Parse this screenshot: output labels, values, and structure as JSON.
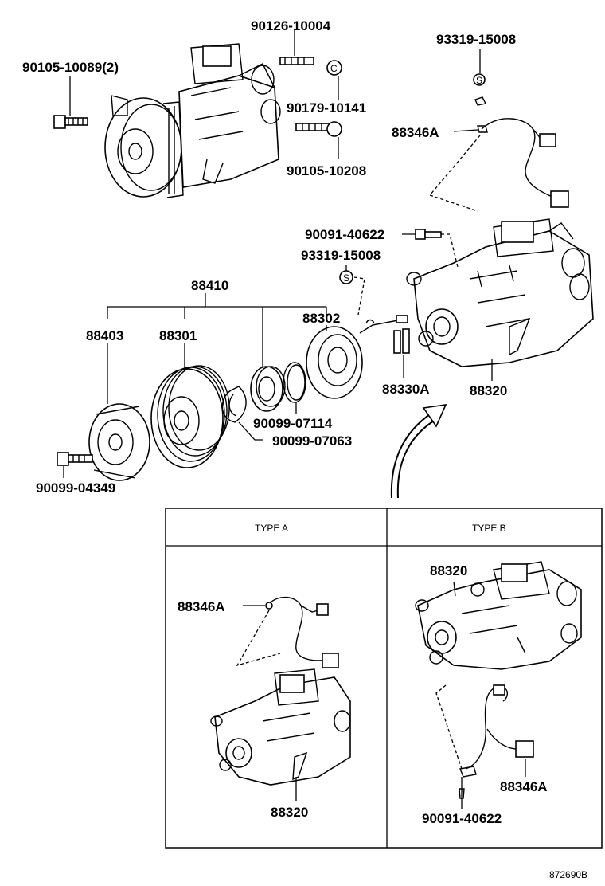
{
  "labels": {
    "p_90126_10004": "90126-10004",
    "p_90105_10089": "90105-10089(2)",
    "p_90179_10141": "90179-10141",
    "p_90105_10208": "90105-10208",
    "p_93319_15008_top": "93319-15008",
    "p_88346A_top": "88346A",
    "p_90091_40622_mid": "90091-40622",
    "p_93319_15008_mid": "93319-15008",
    "p_88410": "88410",
    "p_88403": "88403",
    "p_88301": "88301",
    "p_88302": "88302",
    "p_88330A": "88330A",
    "p_88320_main": "88320",
    "p_90099_07114": "90099-07114",
    "p_90099_07063": "90099-07063",
    "p_90099_04349": "90099-04349",
    "p_88346A_typeA": "88346A",
    "p_88320_typeA": "88320",
    "p_88320_typeB": "88320",
    "p_88346A_typeB": "88346A",
    "p_90091_40622_typeB": "90091-40622",
    "type_a": "TYPE A",
    "type_b": "TYPE B",
    "ref_code": "872690B",
    "symbol_s": "S",
    "symbol_c": "C"
  }
}
